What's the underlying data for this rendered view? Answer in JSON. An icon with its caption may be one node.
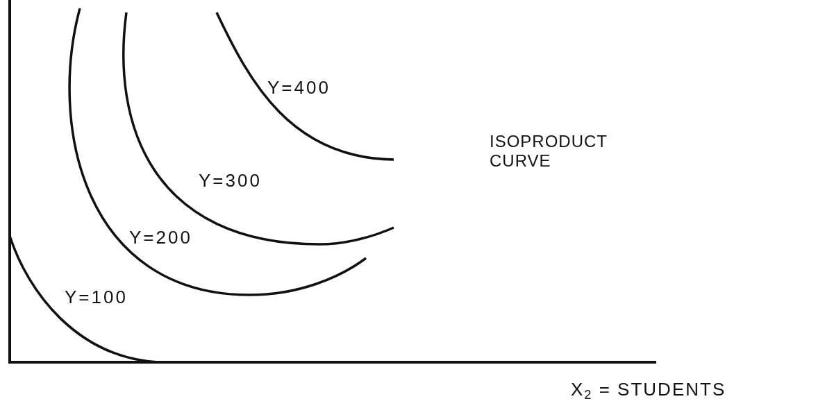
{
  "diagram": {
    "labels": [
      "Y=400",
      "ISOPRODUCT CURVE",
      "Y=300",
      "Y=200",
      "Y=100",
      "X$_{2}$ = STUDENTS"
    ]
  }
}
